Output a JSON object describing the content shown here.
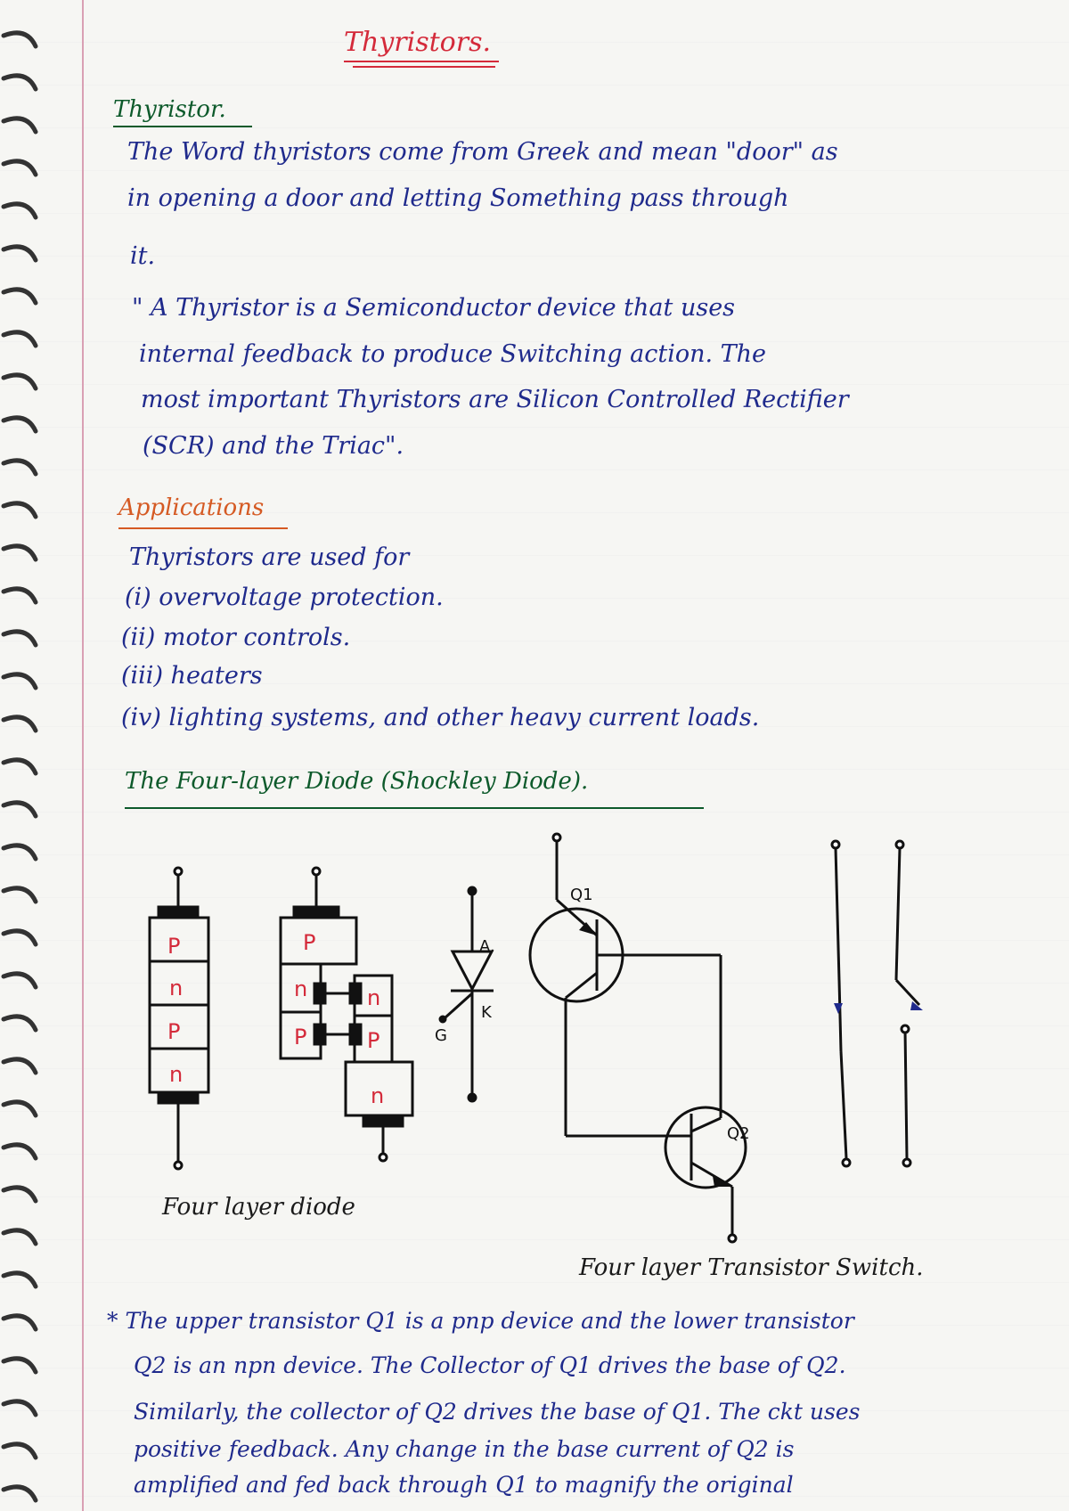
{
  "title": "Thyristors.",
  "section1": {
    "heading": "Thyristor.",
    "lines": [
      "The Word thyristors come from Greek and mean \"door\" as",
      "in opening a door and letting Something pass through",
      "it.",
      "\" A Thyristor is a Semiconductor device that uses",
      "internal feedback to produce Switching action. The",
      "most important Thyristors are Silicon Controlled Rectifier",
      "(SCR) and the Triac\"."
    ]
  },
  "applications": {
    "heading": "Applications",
    "lines": [
      "Thyristors are used for",
      "(i) overvoltage protection.",
      "(ii) motor controls.",
      "(iii) heaters",
      "(iv) lighting systems, and other heavy current loads."
    ]
  },
  "four_layer": {
    "heading": "The Four-layer Diode (Shockley Diode).",
    "diagram_labels": {
      "stack": [
        "P",
        "n",
        "P",
        "n"
      ],
      "split_left": [
        "P",
        "n",
        "P"
      ],
      "split_right": [
        "n",
        "P",
        "n"
      ],
      "anode": "A.",
      "cathode": "K",
      "gate": "G",
      "q1": "Q1",
      "q2": "Q2"
    },
    "caption_left": "Four layer diode",
    "caption_right": "Four layer Transistor Switch."
  },
  "notes": {
    "lines": [
      "* The upper transistor Q1 is a pnp device and the lower transistor",
      "Q2 is an npn device. The Collector of Q1 drives the base of Q2.",
      "Similarly, the collector of Q2 drives the base of Q1. The ckt uses",
      "positive feedback. Any change in the base current of Q2 is",
      "amplified and fed back through Q1 to magnify the original"
    ]
  },
  "colors": {
    "ink_blue": "#1f2a8c",
    "heading_green": "#0d5a2b",
    "title_red": "#d42a3a",
    "apps_orange": "#d55a23"
  }
}
